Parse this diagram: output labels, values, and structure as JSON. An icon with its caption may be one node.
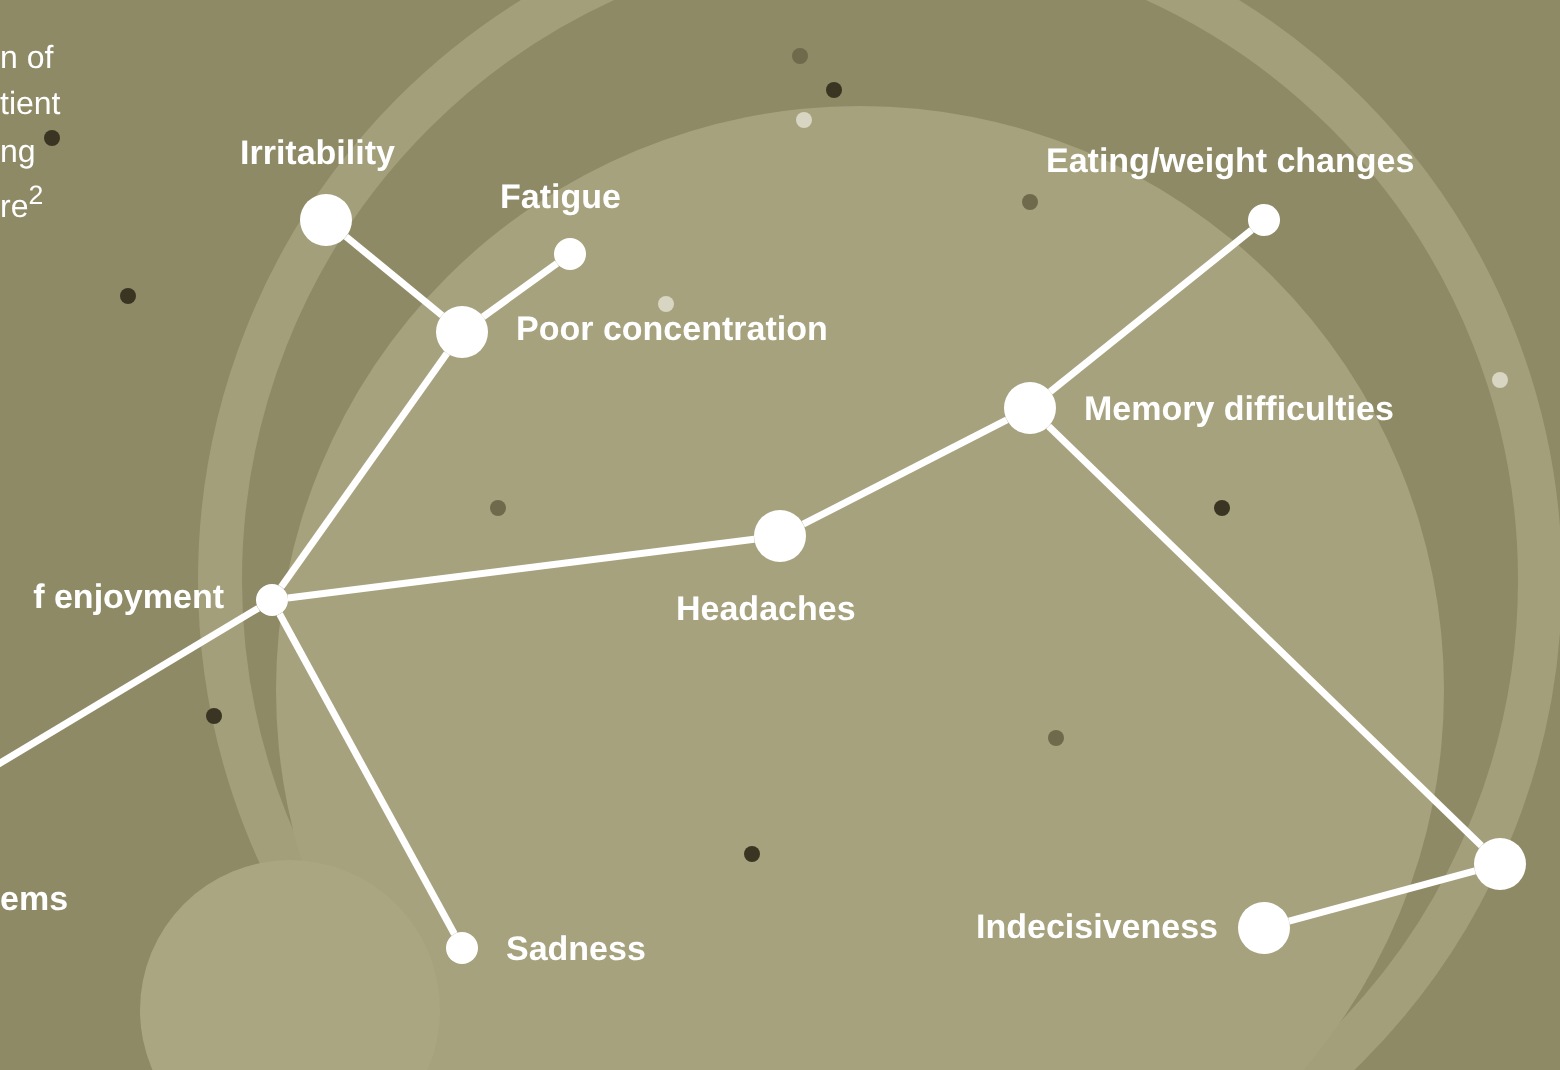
{
  "diagram": {
    "nodes": [
      {
        "text": [
          "Irritability"
        ]
      },
      {
        "text": [
          "Fatigue"
        ]
      },
      {
        "text": [
          "Poor concentration"
        ]
      },
      {
        "text": [
          "f enjoyment"
        ]
      },
      {
        "text": [
          "Headaches"
        ]
      },
      {
        "text": [
          "Memory difficulties"
        ]
      },
      {
        "text": [
          "Eating/weight changes"
        ]
      },
      {
        "text": [
          "Sadness"
        ]
      },
      {
        "text": [
          "Indecisiveness"
        ]
      },
      {
        "text": [],
        "shape": "circle"
      }
    ],
    "edges": [
      {
        "from": 0,
        "to": 2,
        "arrow": "none"
      },
      {
        "from": 1,
        "to": 2,
        "arrow": "none"
      },
      {
        "from": 2,
        "to": 3,
        "arrow": "none"
      },
      {
        "from": 3,
        "to": 4,
        "arrow": "none"
      },
      {
        "from": 4,
        "to": 5,
        "arrow": "none"
      },
      {
        "from": 5,
        "to": 6,
        "arrow": "none"
      },
      {
        "from": 5,
        "to": 9,
        "arrow": "none"
      },
      {
        "from": 9,
        "to": 8,
        "arrow": "none"
      },
      {
        "from": 3,
        "to": 7,
        "arrow": "none"
      },
      {
        "from": null,
        "to": 3,
        "arrow": "none"
      }
    ],
    "labels": [
      "n of",
      "tient",
      "ng",
      "re$^{2}$",
      "ems"
    ]
  }
}
